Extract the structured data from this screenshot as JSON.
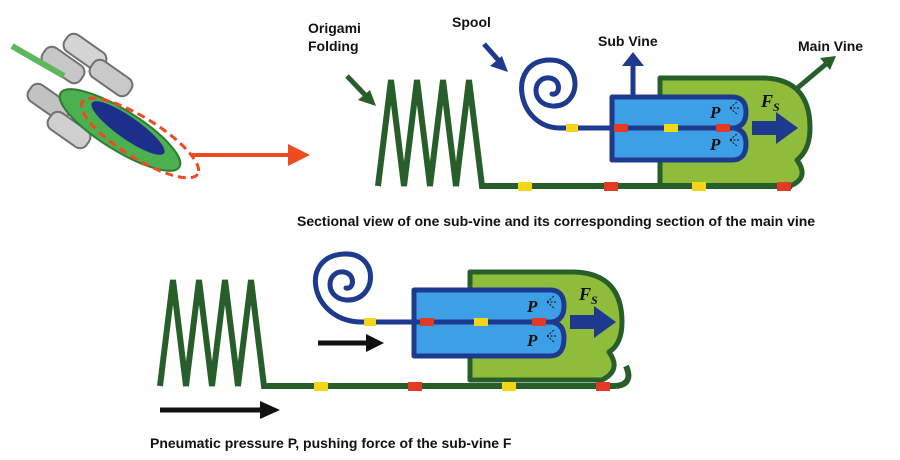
{
  "labels": {
    "origami_line1": "Origami",
    "origami_line2": "Folding",
    "spool": "Spool",
    "sub_vine": "Sub Vine",
    "main_vine": "Main Vine",
    "top_caption": "Sectional view of one sub-vine and its corresponding section of the main vine",
    "bottom_caption": "Pneumatic pressure P, pushing force of the sub-vine F"
  },
  "symbols": {
    "pressure": "P",
    "force": "F",
    "force_sub": "S"
  },
  "colors": {
    "dark_green": "#275e2a",
    "light_green": "#8fbc3a",
    "outline_green": "#3f7f2d",
    "navy": "#1d3a8f",
    "blue_fill": "#3d9fe6",
    "red": "#e23a24",
    "yellow": "#f5d41a",
    "arrow_red": "#f04a20",
    "black": "#111111"
  }
}
